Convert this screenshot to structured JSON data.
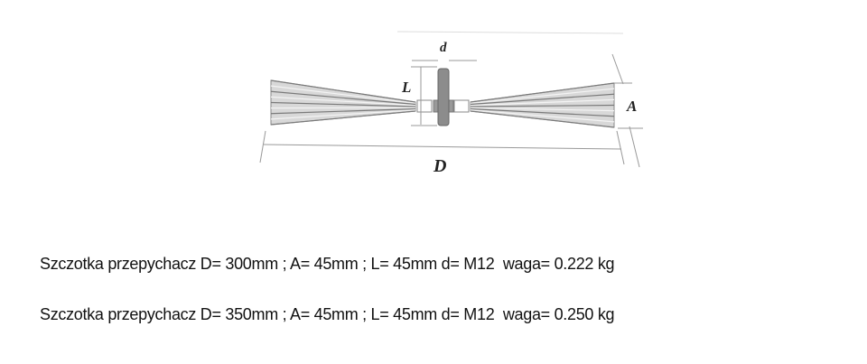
{
  "diagram": {
    "labels": {
      "d": "d",
      "L": "L",
      "A": "A",
      "D": "D"
    },
    "colors": {
      "line": "#9a9a9a",
      "rod": "#8c8c8c",
      "bristles": "#7a7a7a"
    }
  },
  "specs": [
    "Szczotka przepychacz D= 300mm ; A= 45mm ; L= 45mm d= M12  waga= 0.222 kg",
    "Szczotka przepychacz D= 350mm ; A= 45mm ; L= 45mm d= M12  waga= 0.250 kg"
  ]
}
